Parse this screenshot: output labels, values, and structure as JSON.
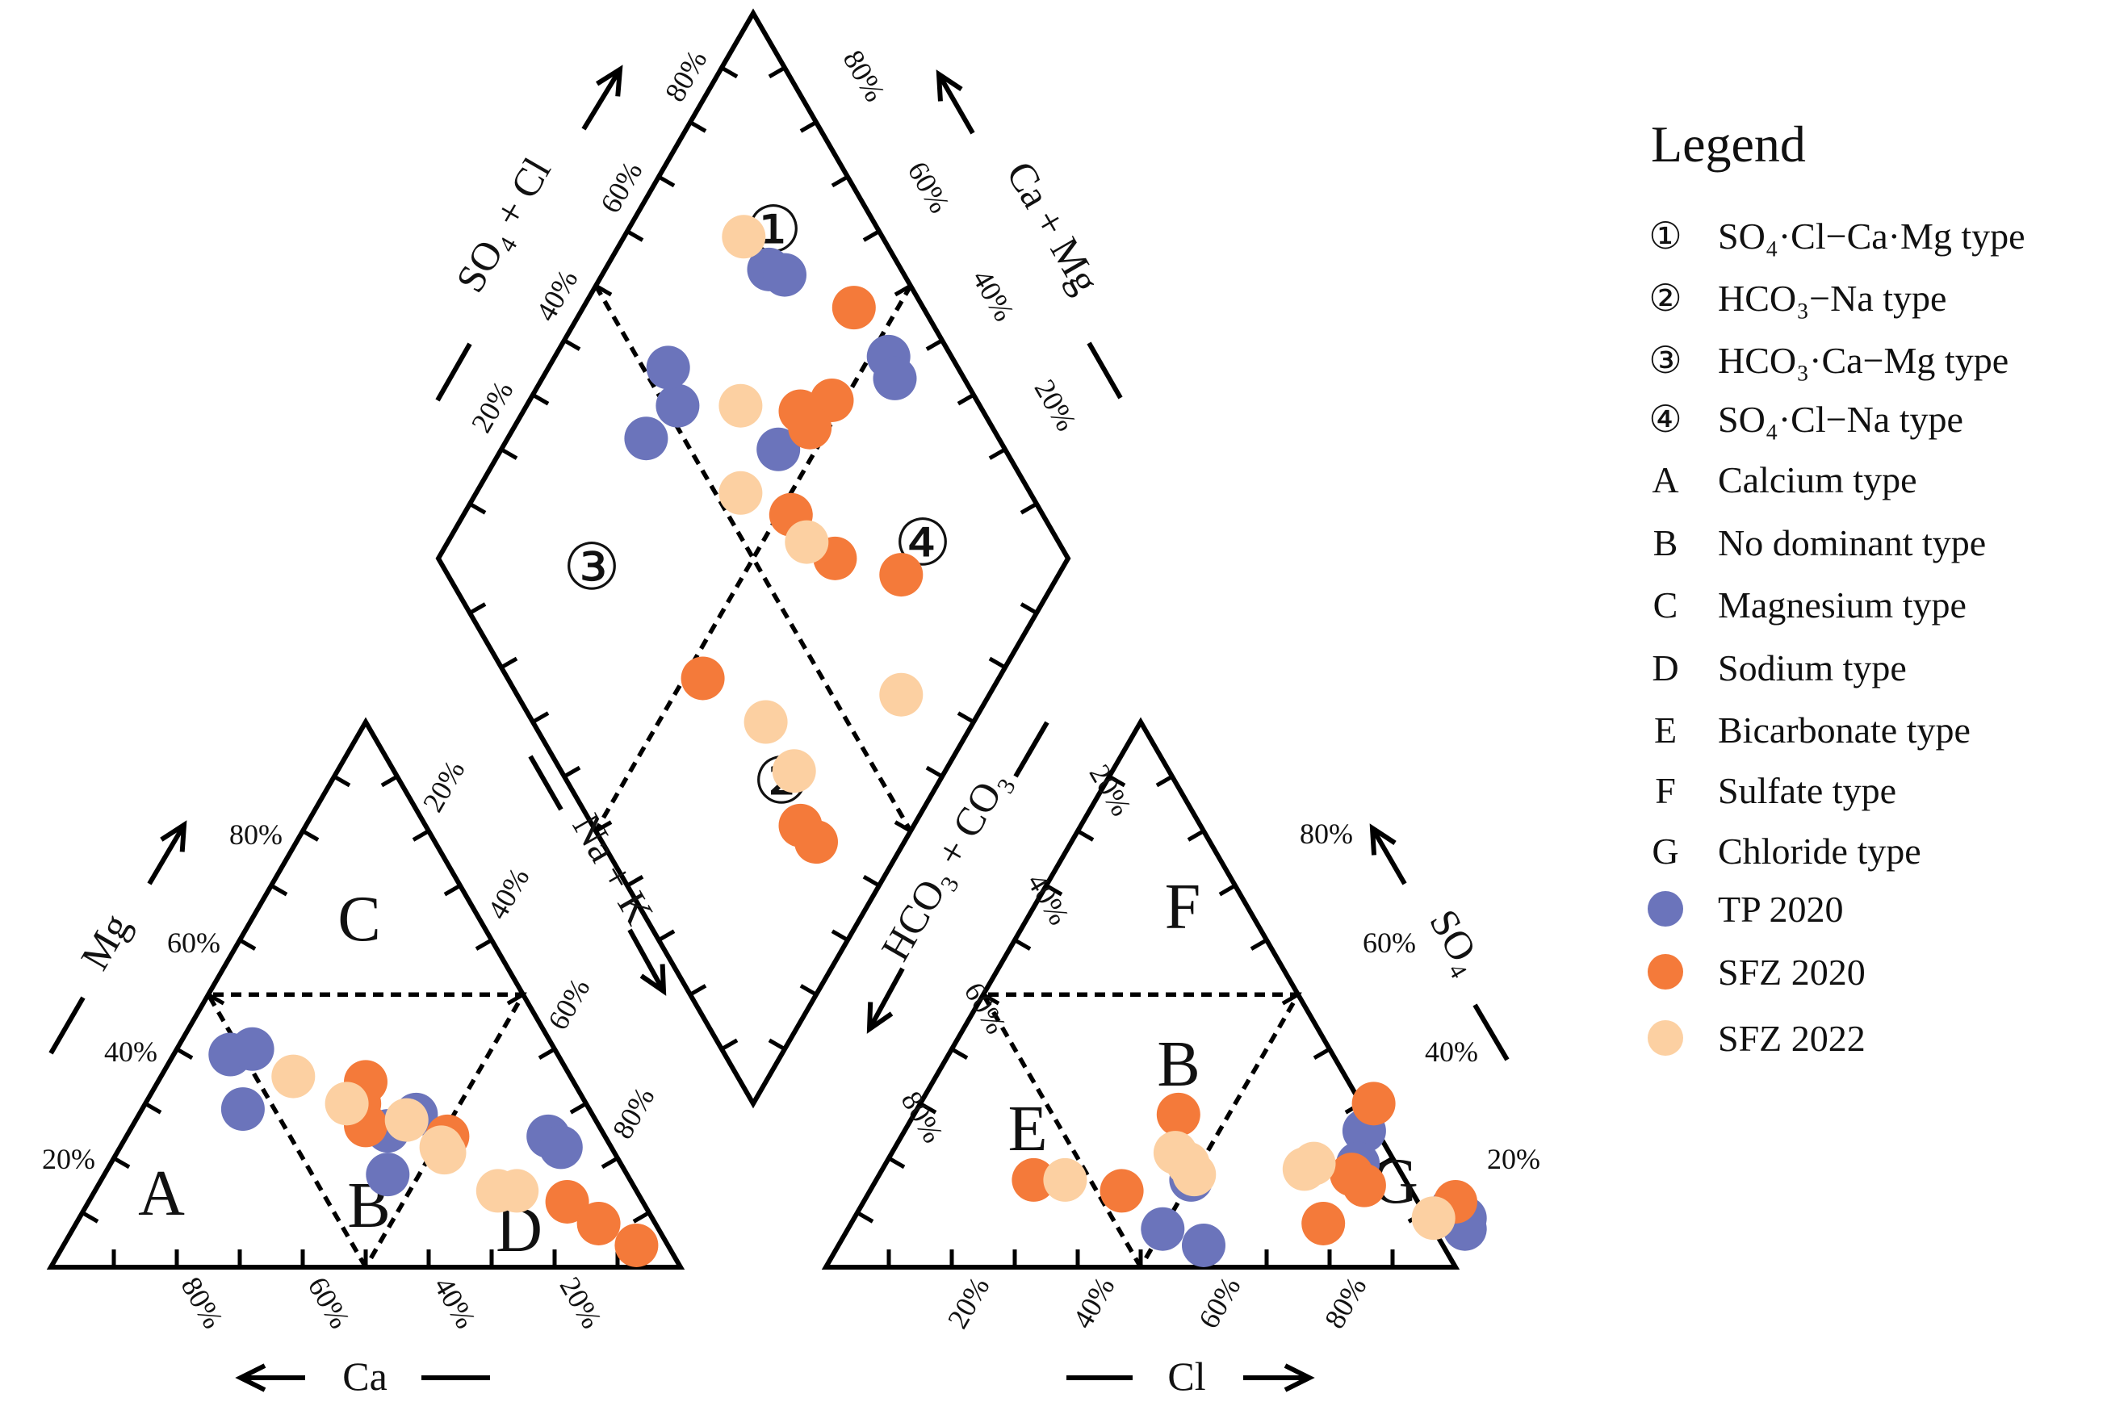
{
  "chart_data": {
    "type": "scatter",
    "subtype": "piper-diagram",
    "axes": {
      "cation_axis_label": "Ca",
      "cation_axis_label_2": "Mg",
      "anion_axis_label": "Cl",
      "anion_axis_label_2": "SO₄",
      "diamond_label_top_left": "SO₄ + Cl",
      "diamond_label_top_right": "Ca + Mg",
      "diamond_label_bottom_left": "Na + K",
      "diamond_label_bottom_right": "HCO₃ + CO₃",
      "tick_labels": [
        "20%",
        "40%",
        "60%",
        "80%"
      ]
    },
    "regions": {
      "diamond": [
        "①",
        "②",
        "③",
        "④"
      ],
      "cation": [
        "A",
        "B",
        "C",
        "D"
      ],
      "anion": [
        "E",
        "B",
        "F",
        "G"
      ]
    },
    "series": [
      {
        "name": "TP 2020",
        "color": "#6B74BB",
        "cation_points": [
          {
            "ca": 52,
            "mg": 39
          },
          {
            "ca": 48,
            "mg": 40
          },
          {
            "ca": 55,
            "mg": 29
          },
          {
            "ca": 34,
            "mg": 25
          },
          {
            "ca": 28,
            "mg": 28
          },
          {
            "ca": 38,
            "mg": 17
          },
          {
            "ca": 9,
            "mg": 24
          },
          {
            "ca": 8,
            "mg": 22
          }
        ],
        "anion_points": [
          {
            "cl": 50,
            "so4": 16
          },
          {
            "cl": 50,
            "so4": 7
          },
          {
            "cl": 58,
            "so4": 4
          },
          {
            "cl": 73,
            "so4": 25
          },
          {
            "cl": 75,
            "so4": 19
          },
          {
            "cl": 94,
            "so4": 11
          },
          {
            "cl": 97,
            "so4": 9
          },
          {
            "cl": 98,
            "so4": 7
          }
        ],
        "diamond_points": [
          {
            "so4cl": 52,
            "camg": 76
          },
          {
            "so4cl": 54,
            "camg": 81
          },
          {
            "so4cl": 44,
            "camg": 78
          },
          {
            "so4cl": 79,
            "camg": 74
          },
          {
            "so4cl": 81,
            "camg": 71
          },
          {
            "so4cl": 64,
            "camg": 56
          },
          {
            "so4cl": 90,
            "camg": 47
          },
          {
            "so4cl": 89,
            "camg": 44
          }
        ]
      },
      {
        "name": "SFZ 2020",
        "color": "#F47A3A",
        "cation_points": [
          {
            "ca": 33,
            "mg": 34
          },
          {
            "ca": 36,
            "mg": 30
          },
          {
            "ca": 37,
            "mg": 26
          },
          {
            "ca": 25,
            "mg": 24
          },
          {
            "ca": 12,
            "mg": 12
          },
          {
            "ca": 9,
            "mg": 8
          },
          {
            "ca": 5,
            "mg": 4
          }
        ],
        "anion_points": [
          {
            "cl": 42,
            "so4": 28
          },
          {
            "cl": 40,
            "so4": 14
          },
          {
            "cl": 25,
            "so4": 16
          },
          {
            "cl": 72,
            "so4": 30
          },
          {
            "cl": 75,
            "so4": 17
          },
          {
            "cl": 78,
            "so4": 15
          },
          {
            "cl": 75,
            "so4": 8
          },
          {
            "cl": 94,
            "so4": 12
          }
        ],
        "diamond_points": [
          {
            "so4cl": 63,
            "camg": 37
          },
          {
            "so4cl": 60,
            "camg": 48
          },
          {
            "so4cl": 77,
            "camg": 52
          },
          {
            "so4cl": 71,
            "camg": 56
          },
          {
            "so4cl": 71,
            "camg": 53
          },
          {
            "so4cl": 89,
            "camg": 57
          },
          {
            "so4cl": 72,
            "camg": 25
          },
          {
            "so4cl": 31,
            "camg": 47
          },
          {
            "so4cl": 33,
            "camg": 18
          },
          {
            "so4cl": 34,
            "camg": 14
          }
        ]
      },
      {
        "name": "SFZ 2022",
        "color": "#FCD0A2",
        "cation_points": [
          {
            "ca": 44,
            "mg": 35
          },
          {
            "ca": 38,
            "mg": 30
          },
          {
            "ca": 30,
            "mg": 27
          },
          {
            "ca": 27,
            "mg": 22
          },
          {
            "ca": 27,
            "mg": 21
          },
          {
            "ca": 22,
            "mg": 14
          },
          {
            "ca": 19,
            "mg": 14
          }
        ],
        "anion_points": [
          {
            "cl": 45,
            "so4": 21
          },
          {
            "cl": 48,
            "so4": 19
          },
          {
            "cl": 50,
            "so4": 17
          },
          {
            "cl": 30,
            "so4": 16
          },
          {
            "cl": 67,
            "so4": 18
          },
          {
            "cl": 68,
            "so4": 19
          },
          {
            "cl": 92,
            "so4": 9
          }
        ],
        "diamond_points": [
          {
            "so4cl": 78,
            "camg": 81
          },
          {
            "so4cl": 62,
            "camg": 66
          },
          {
            "so4cl": 54,
            "camg": 58
          },
          {
            "so4cl": 60,
            "camg": 43
          },
          {
            "so4cl": 61,
            "camg": 14
          },
          {
            "so4cl": 37,
            "camg": 33
          },
          {
            "so4cl": 37,
            "camg": 24
          }
        ]
      }
    ],
    "legend": {
      "title": "Legend",
      "position": "right",
      "items": [
        {
          "symbol": "①",
          "label": "SO₄·Cl−Ca·Mg type"
        },
        {
          "symbol": "②",
          "label": "HCO₃−Na type"
        },
        {
          "symbol": "③",
          "label": "HCO₃·Ca−Mg type"
        },
        {
          "symbol": "④",
          "label": "SO₄·Cl−Na type"
        },
        {
          "symbol": "A",
          "label": "Calcium type"
        },
        {
          "symbol": "B",
          "label": "No dominant  type"
        },
        {
          "symbol": "C",
          "label": "Magnesium type"
        },
        {
          "symbol": "D",
          "label": "Sodium type"
        },
        {
          "symbol": "E",
          "label": "Bicarbonate type"
        },
        {
          "symbol": "F",
          "label": "Sulfate type"
        },
        {
          "symbol": "G",
          "label": "Chloride type"
        },
        {
          "symbol": "dot",
          "color": "#6B74BB",
          "label": "TP 2020"
        },
        {
          "symbol": "dot",
          "color": "#F47A3A",
          "label": "SFZ 2020"
        },
        {
          "symbol": "dot",
          "color": "#FCD0A2",
          "label": "SFZ 2022"
        }
      ]
    }
  }
}
